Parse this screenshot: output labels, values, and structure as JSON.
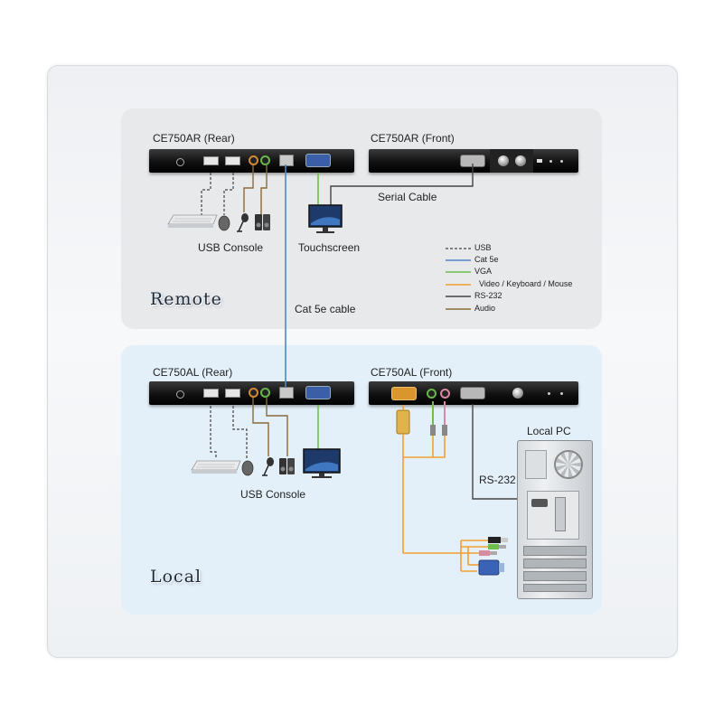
{
  "remote": {
    "zone_label": "Remote",
    "rear_title": "CE750AR (Rear)",
    "front_title": "CE750AR (Front)",
    "usb_console_label": "USB Console",
    "touchscreen_label": "Touchscreen",
    "serial_cable_label": "Serial Cable"
  },
  "link": {
    "cat5e_cable_label": "Cat 5e cable"
  },
  "local": {
    "zone_label": "Local",
    "rear_title": "CE750AL (Rear)",
    "front_title": "CE750AL (Front)",
    "usb_console_label": "USB Console",
    "local_pc_label": "Local PC",
    "rs232_label": "RS-232"
  },
  "legend": [
    {
      "label": "USB",
      "color": "#444444",
      "style": "dashed"
    },
    {
      "label": "Cat 5e",
      "color": "#4f86c6",
      "style": "solid"
    },
    {
      "label": "VGA",
      "color": "#6cc04a",
      "style": "solid"
    },
    {
      "label": "Video / Keyboard / Mouse",
      "color": "#f0a030",
      "style": "solid"
    },
    {
      "label": "RS-232",
      "color": "#444444",
      "style": "solid"
    },
    {
      "label": "Audio",
      "color": "#8a6a3a",
      "style": "solid"
    }
  ],
  "colors": {
    "usb": "#444444",
    "cat5e": "#4f86c6",
    "vga": "#6cc04a",
    "video_kbd_mouse": "#f0a030",
    "rs232": "#444444",
    "audio": "#8a6a3a"
  },
  "icons": {
    "keyboard": "keyboard-icon",
    "mouse": "mouse-icon",
    "microphone": "microphone-icon",
    "speakers": "speaker-icon",
    "monitor": "monitor-icon",
    "pc": "computer-tower-icon"
  }
}
